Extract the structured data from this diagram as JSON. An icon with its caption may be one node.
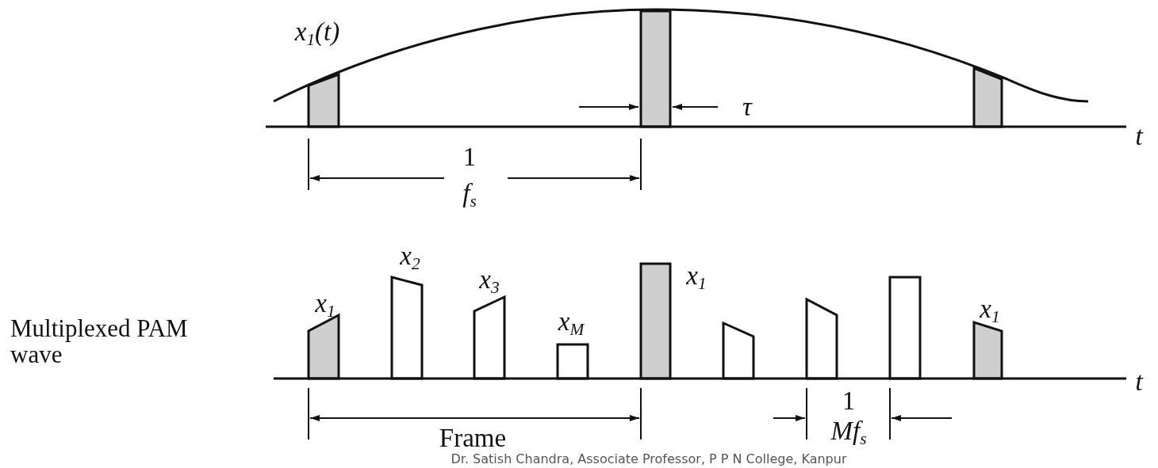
{
  "diagram": {
    "labels": [
      "x$_{1}$(t)",
      "τ",
      "t",
      "1",
      "f$_{s}$",
      "x$_{1}$",
      "x$_{2}$",
      "x$_{3}$",
      "x$_{M}$",
      "x$_{1}$",
      "x$_{1}$",
      "Multiplexed PAM wave",
      "t",
      "Frame",
      "Dr. Satish Chandra, Associate Professor, P P N College, Kanpur",
      "1",
      "Mf$_{s}$"
    ]
  }
}
